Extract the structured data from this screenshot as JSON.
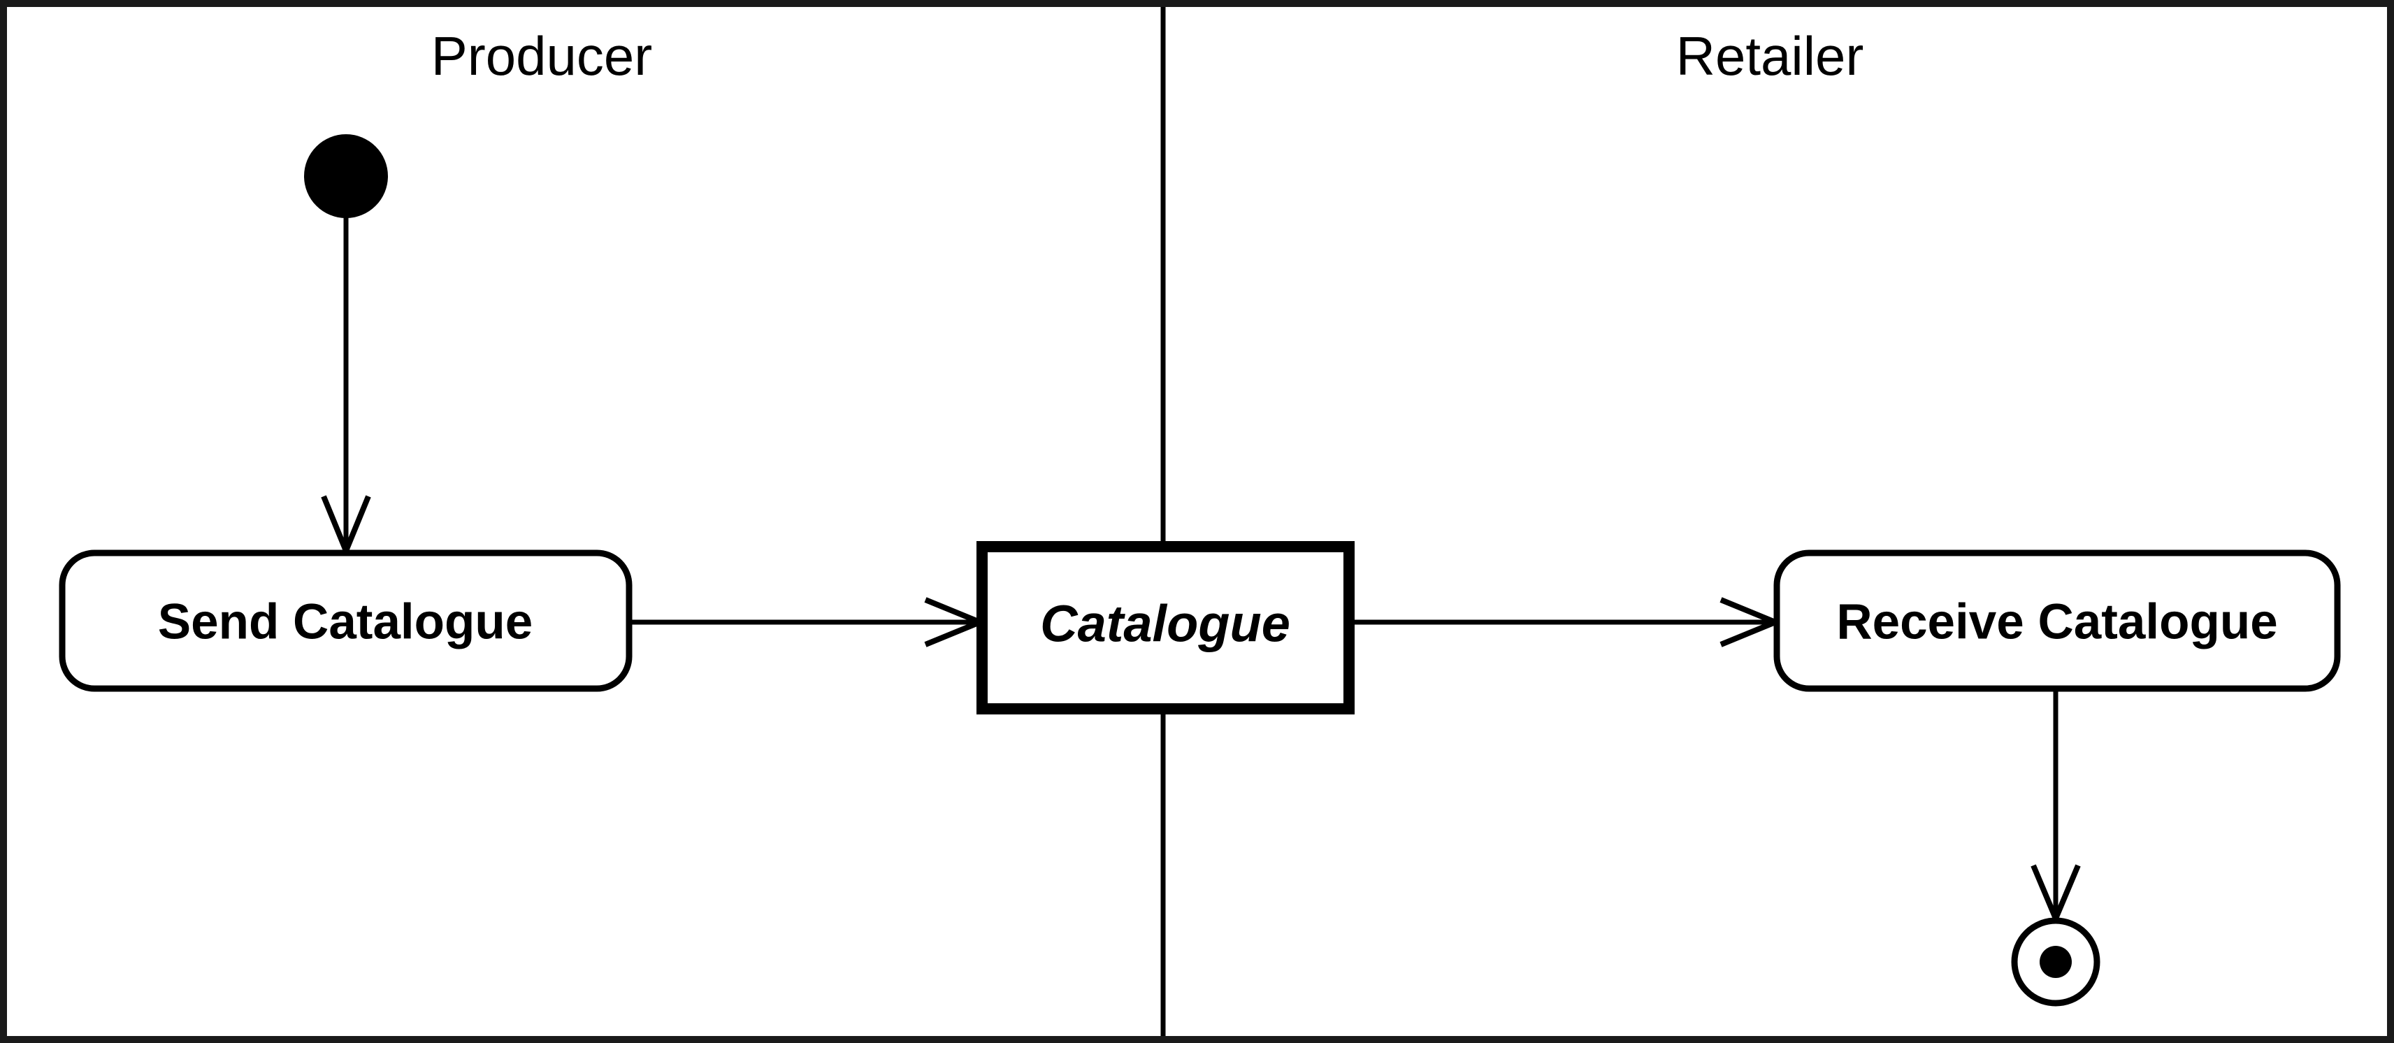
{
  "swimlanes": [
    {
      "id": "producer",
      "label": "Producer"
    },
    {
      "id": "retailer",
      "label": "Retailer"
    }
  ],
  "nodes": {
    "initial": {
      "kind": "initial-node"
    },
    "send_catalogue": {
      "kind": "action",
      "label": "Send Catalogue",
      "lane": "Producer"
    },
    "catalogue": {
      "kind": "object",
      "label": "Catalogue"
    },
    "receive_catalogue": {
      "kind": "action",
      "label": "Receive Catalogue",
      "lane": "Retailer"
    },
    "final": {
      "kind": "final-node"
    }
  },
  "edges": [
    {
      "from": "initial",
      "to": "send_catalogue"
    },
    {
      "from": "send_catalogue",
      "to": "catalogue"
    },
    {
      "from": "catalogue",
      "to": "receive_catalogue"
    },
    {
      "from": "receive_catalogue",
      "to": "final"
    }
  ],
  "colors": {
    "ink": "#000000",
    "background": "#ffffff",
    "frame": "#1a1a1a"
  }
}
